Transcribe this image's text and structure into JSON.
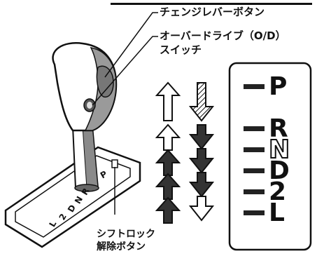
{
  "labels": {
    "change_lever_button": "チェンジレバーボタン",
    "overdrive_switch_line1": "オーバードライブ（O/D）",
    "overdrive_switch_line2": "スイッチ",
    "shift_lock_line1": "シフトロック",
    "shift_lock_line2": "解除ボタン"
  },
  "indicator_panel": {
    "positions": [
      {
        "label": "P",
        "style": "solid"
      },
      {
        "label": "R",
        "style": "solid"
      },
      {
        "label": "N",
        "style": "outline"
      },
      {
        "label": "D",
        "style": "solid"
      },
      {
        "label": "2",
        "style": "solid"
      },
      {
        "label": "L",
        "style": "solid"
      }
    ]
  },
  "gate_labels": [
    "P",
    "R",
    "N",
    "D",
    "2",
    "L"
  ],
  "arrows": {
    "left_column": [
      "up-outline",
      "up-outline",
      "up-solid",
      "up-solid",
      "up-solid"
    ],
    "right_column": [
      "down-hatched",
      "down-solid",
      "down-solid",
      "down-solid",
      "down-outline"
    ]
  },
  "colors": {
    "ink": "#111111",
    "lever_shade": "#9a9a9a"
  }
}
